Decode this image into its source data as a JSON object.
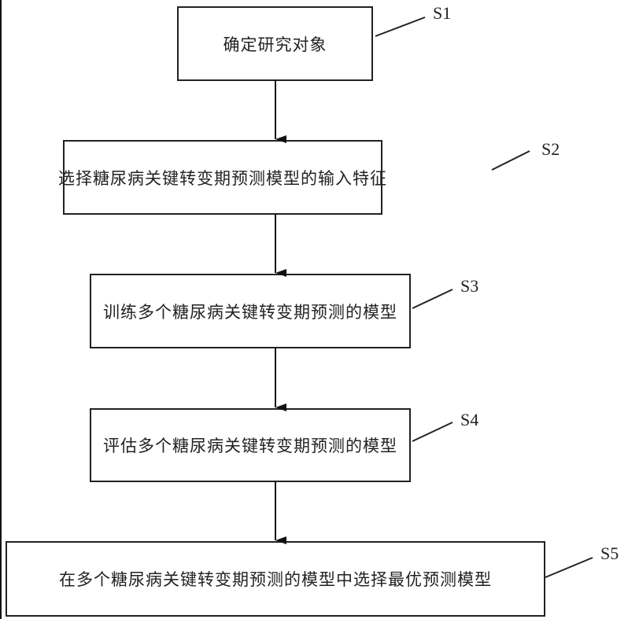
{
  "steps": [
    {
      "id": "S1",
      "text": "确定研究对象"
    },
    {
      "id": "S2",
      "text": "选择糖尿病关键转变期预测模型的输入特征"
    },
    {
      "id": "S3",
      "text": "训练多个糖尿病关键转变期预测的模型"
    },
    {
      "id": "S4",
      "text": "评估多个糖尿病关键转变期预测的模型"
    },
    {
      "id": "S5",
      "text": "在多个糖尿病关键转变期预测的模型中选择最优预测模型"
    }
  ],
  "colors": {
    "stroke": "#222222",
    "text": "#222222",
    "background": "#ffffff"
  }
}
